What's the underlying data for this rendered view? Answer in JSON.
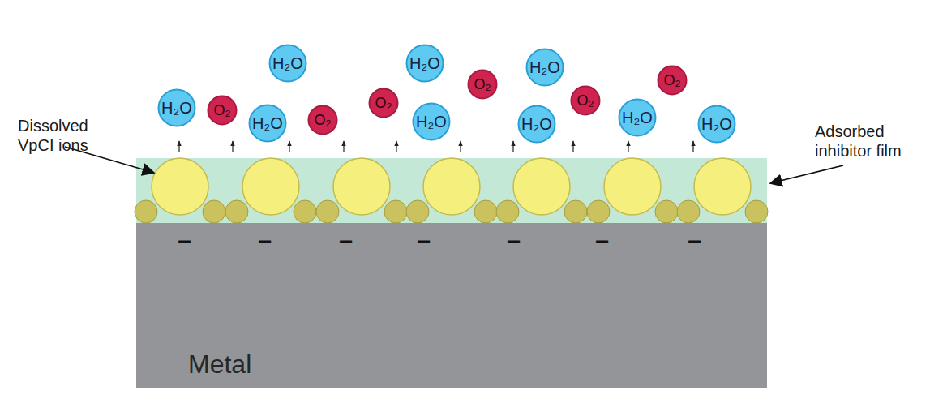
{
  "diagram": {
    "nodes": [
      {
        "text": [
          "H₂O"
        ]
      },
      {
        "text": [
          "O₂"
        ]
      },
      {
        "text": [
          "H₂O"
        ]
      },
      {
        "text": [
          "H₂O"
        ]
      },
      {
        "text": [
          "O₂"
        ]
      },
      {
        "text": [
          "O₂"
        ]
      },
      {
        "text": [
          "H₂O"
        ]
      },
      {
        "text": [
          "H₂O"
        ]
      },
      {
        "text": [
          "O₂"
        ]
      },
      {
        "text": [
          "H₂O"
        ]
      },
      {
        "text": [
          "H₂O"
        ]
      },
      {
        "text": [
          "O₂"
        ]
      },
      {
        "text": [
          "H₂O"
        ]
      },
      {
        "text": [
          "O₂"
        ]
      },
      {
        "text": [
          "H₂O"
        ]
      },
      {
        "text": [
          "Metal"
        ]
      }
    ],
    "labels": [
      "Dissolved VpCI ions",
      "Adsorbed inhibitor film",
      "−",
      "−",
      "−",
      "−",
      "−",
      "−",
      "−"
    ]
  }
}
